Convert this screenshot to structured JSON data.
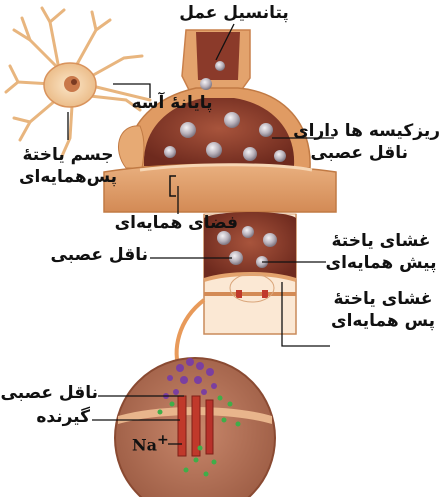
{
  "labels": {
    "action_potential": "پتانسیل عمل",
    "axon_terminal": "پایانهٔ آسه",
    "vesicles": "ریزکیسه ها دارای",
    "vesicles_2": "ناقل عصبی",
    "postsynaptic_body": "جسم یاختهٔ",
    "postsynaptic_body_2": "پس‌همایه‌ای",
    "synaptic_cleft": "فضای همایه‌ای",
    "neurotransmitter_mid": "ناقل عصبی",
    "presynaptic_membrane": "غشای یاختهٔ",
    "presynaptic_membrane_2": "پیش همایه‌ای",
    "postsynaptic_membrane": "غشای یاختهٔ",
    "postsynaptic_membrane_2": "پس همایه‌ای",
    "neurotransmitter_bottom": "ناقل عصبی",
    "receptor": "گیرنده",
    "sodium_ion": "Na",
    "sodium_charge": "+"
  },
  "colors": {
    "membrane_outer": "#d9935c",
    "membrane_light": "#f2c9a0",
    "cytoplasm": "#8b3a2a",
    "vesicle": "#b7b0b8",
    "neuron_body": "#f4d2a4",
    "receptor": "#c0392b",
    "neurotransmitter": "#7b3fa0",
    "sodium": "#3fae49",
    "arrow": "#e89a5a"
  },
  "icons": [
    "neuron-icon",
    "synapse-terminal-icon",
    "synaptic-cleft-closeup-icon",
    "receptor-channel-icon"
  ]
}
